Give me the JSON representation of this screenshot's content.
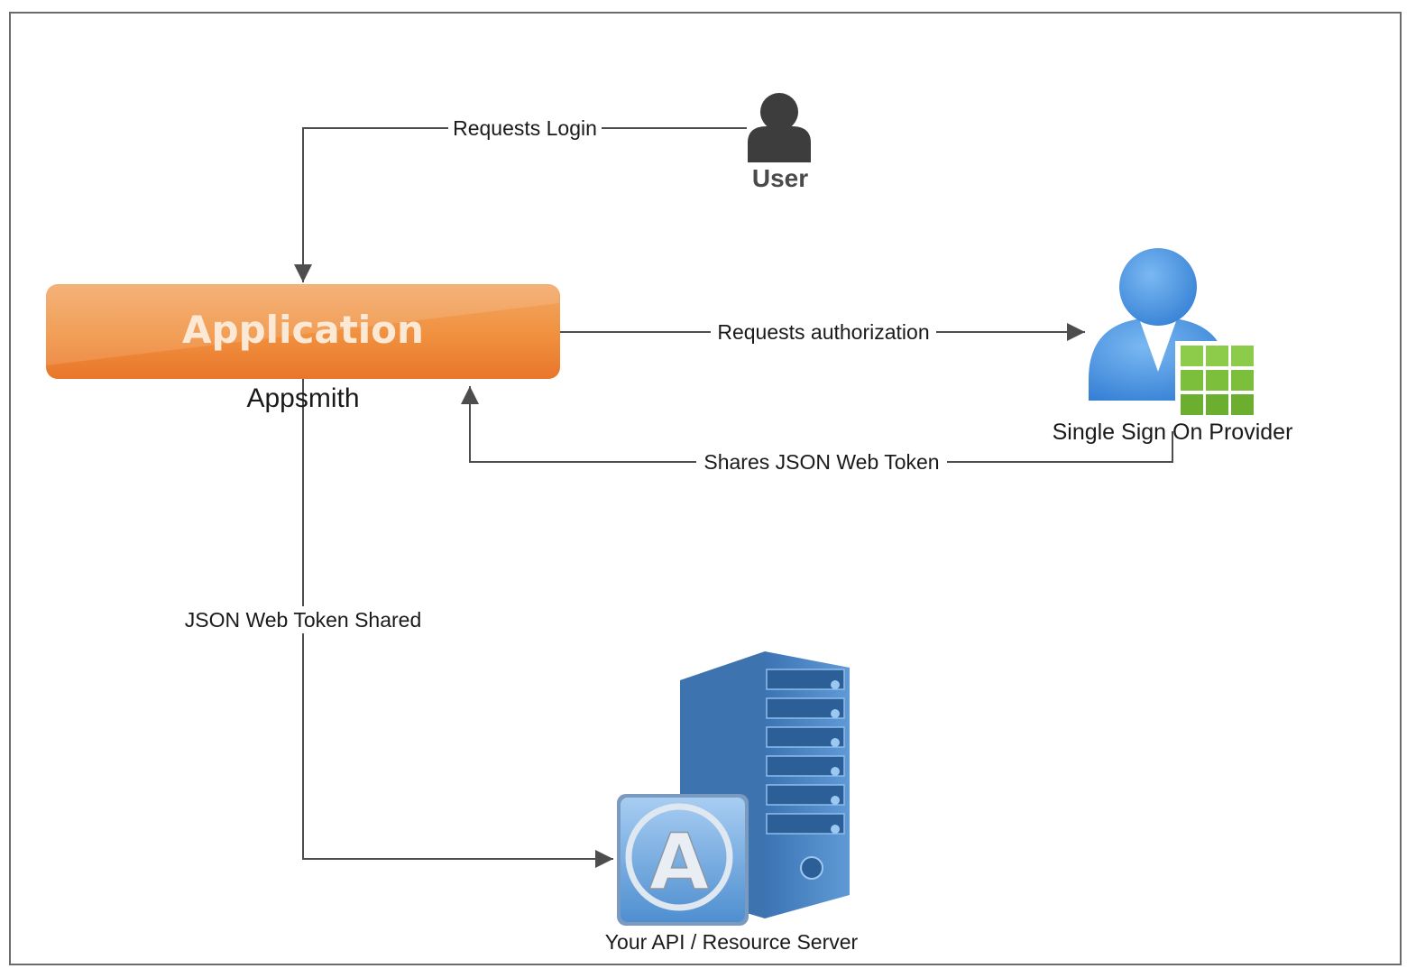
{
  "nodes": {
    "user": {
      "label": "User"
    },
    "application": {
      "title": "Application",
      "caption": "Appsmith"
    },
    "sso": {
      "label": "Single Sign On Provider"
    },
    "server": {
      "label": "Your API / Resource Server",
      "badge_letter": "A"
    }
  },
  "edges": {
    "requests_login": "Requests Login",
    "requests_authorization": "Requests authorization",
    "shares_jwt": "Shares JSON Web Token",
    "jwt_shared": "JSON Web Token Shared"
  },
  "colors": {
    "app_orange": "#ef8a35",
    "sso_blue": "#3f8fe0",
    "sso_grid_green": "#7bbf3a",
    "server_blue": "#4a86c5",
    "user_gray": "#3d3d3d",
    "line": "#4d4d4d"
  },
  "icons": [
    "user-icon",
    "sso-user-icon",
    "grid-icon",
    "server-tower-icon",
    "a-badge-icon"
  ]
}
